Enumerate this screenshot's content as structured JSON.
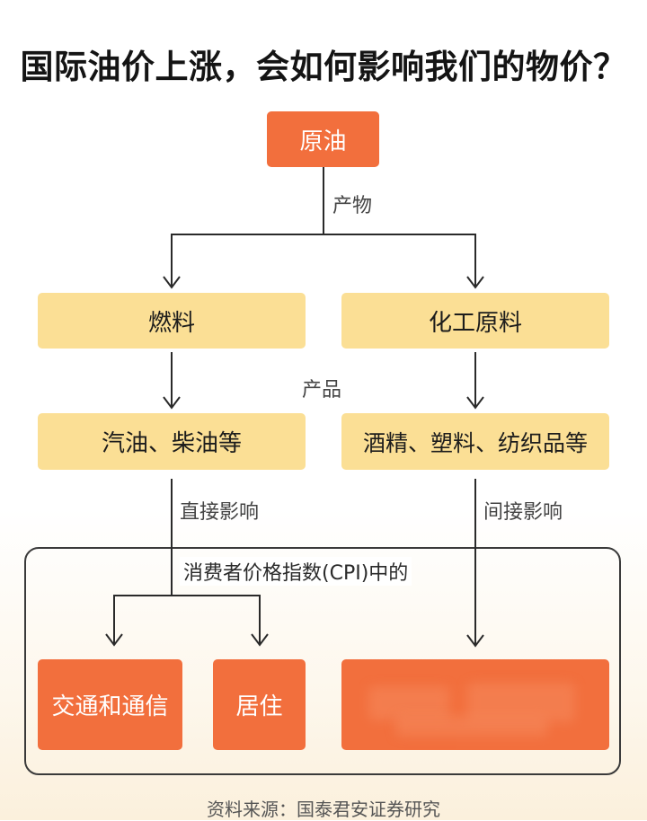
{
  "title": "国际油价上涨，会如何影响我们的物价？",
  "nodes": {
    "crude_oil": "原油",
    "fuel": "燃料",
    "chemical_raw": "化工原料",
    "gasoline_diesel": "汽油、柴油等",
    "alcohol_plastic": "酒精、塑料、纺织品等",
    "transport_comm": "交通和通信",
    "housing": "居住",
    "blurred_category": ""
  },
  "edge_labels": {
    "products_of": "产物",
    "products": "产品",
    "direct_impact": "直接影响",
    "indirect_impact": "间接影响"
  },
  "cpi_group_label": "消费者价格指数(CPI)中的",
  "source": "资料来源：国泰君安证券研究",
  "colors": {
    "orange": "#f26f3d",
    "yellow": "#fbdf95",
    "line": "#2a2a2a"
  }
}
